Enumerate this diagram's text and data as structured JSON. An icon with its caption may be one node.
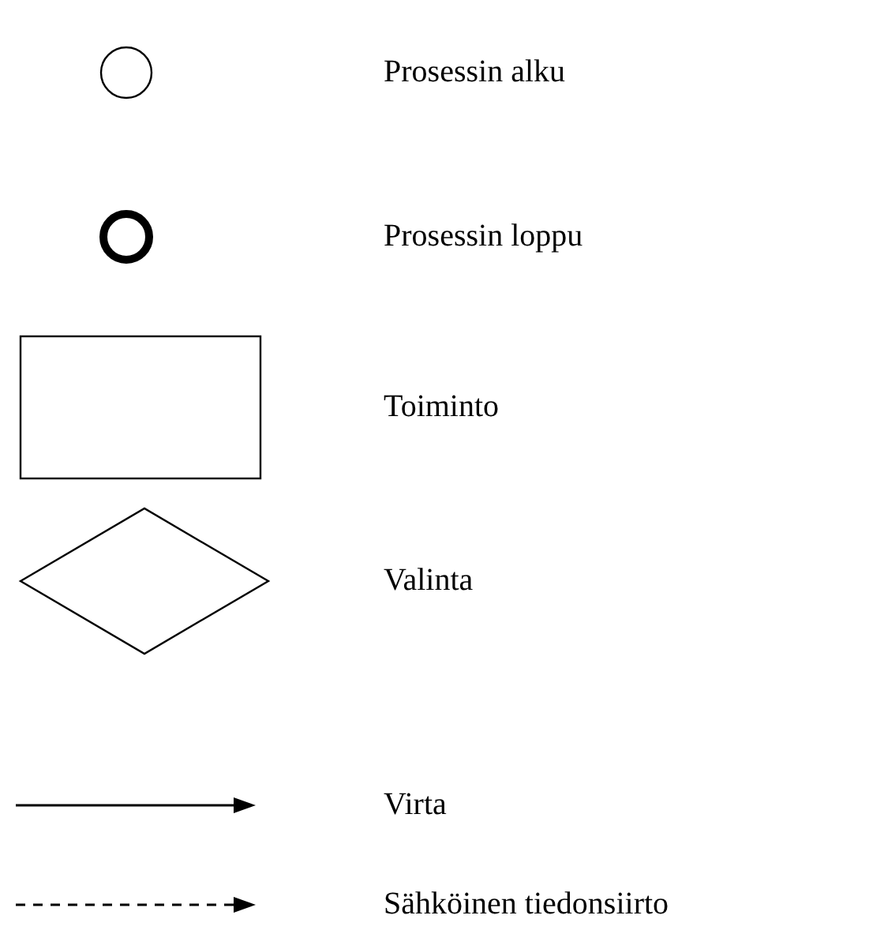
{
  "diagram": {
    "legend": [
      {
        "text": "Prosessin alku"
      },
      {
        "text": "Prosessin loppu"
      },
      {
        "text": "Toiminto"
      },
      {
        "text": "Valinta"
      },
      {
        "text": "Virta"
      },
      {
        "text": "Sähköinen tiedonsiirto"
      }
    ]
  }
}
